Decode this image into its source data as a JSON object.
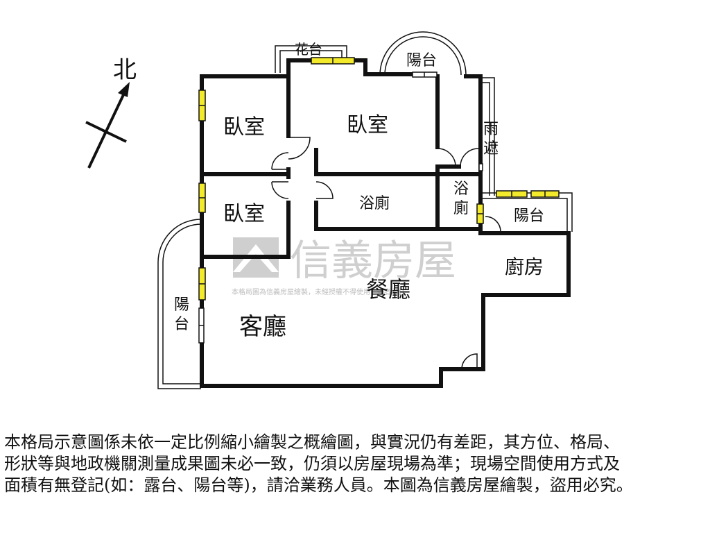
{
  "compass": {
    "north_label": "北"
  },
  "rooms": {
    "bedroom_1": "臥室",
    "bedroom_2": "臥室",
    "bedroom_3": "臥室",
    "bathroom_1": "浴廁",
    "bathroom_2_line1": "浴",
    "bathroom_2_line2": "廁",
    "living_room": "客廳",
    "dining_room": "餐廳",
    "kitchen": "廚房",
    "balcony_top": "陽台",
    "balcony_right": "陽台",
    "balcony_left_line1": "陽",
    "balcony_left_line2": "台",
    "flower_bed": "花台",
    "rain_shelter_line1": "雨",
    "rain_shelter_line2": "遮"
  },
  "watermark": {
    "brand": "信義房屋",
    "small_text": "本格局圖為信義房屋繪製，未經授權不得使用，違者必究"
  },
  "disclaimer": {
    "line1": "本格局示意圖係未依一定比例縮小繪製之概繪圖，與實況仍有差距，其方位、格局、",
    "line2": "形狀等與地政機關測量成果圖未必一致，仍須以房屋現場為準；現場空間使用方式及",
    "line3": "面積有無登記(如：露台、陽台等)，請洽業務人員。本圖為信義房屋繪製，盜用必究。"
  },
  "colors": {
    "wall": "#111111",
    "window_fill": "#f2ea2a",
    "watermark": "#c8c8c8"
  }
}
